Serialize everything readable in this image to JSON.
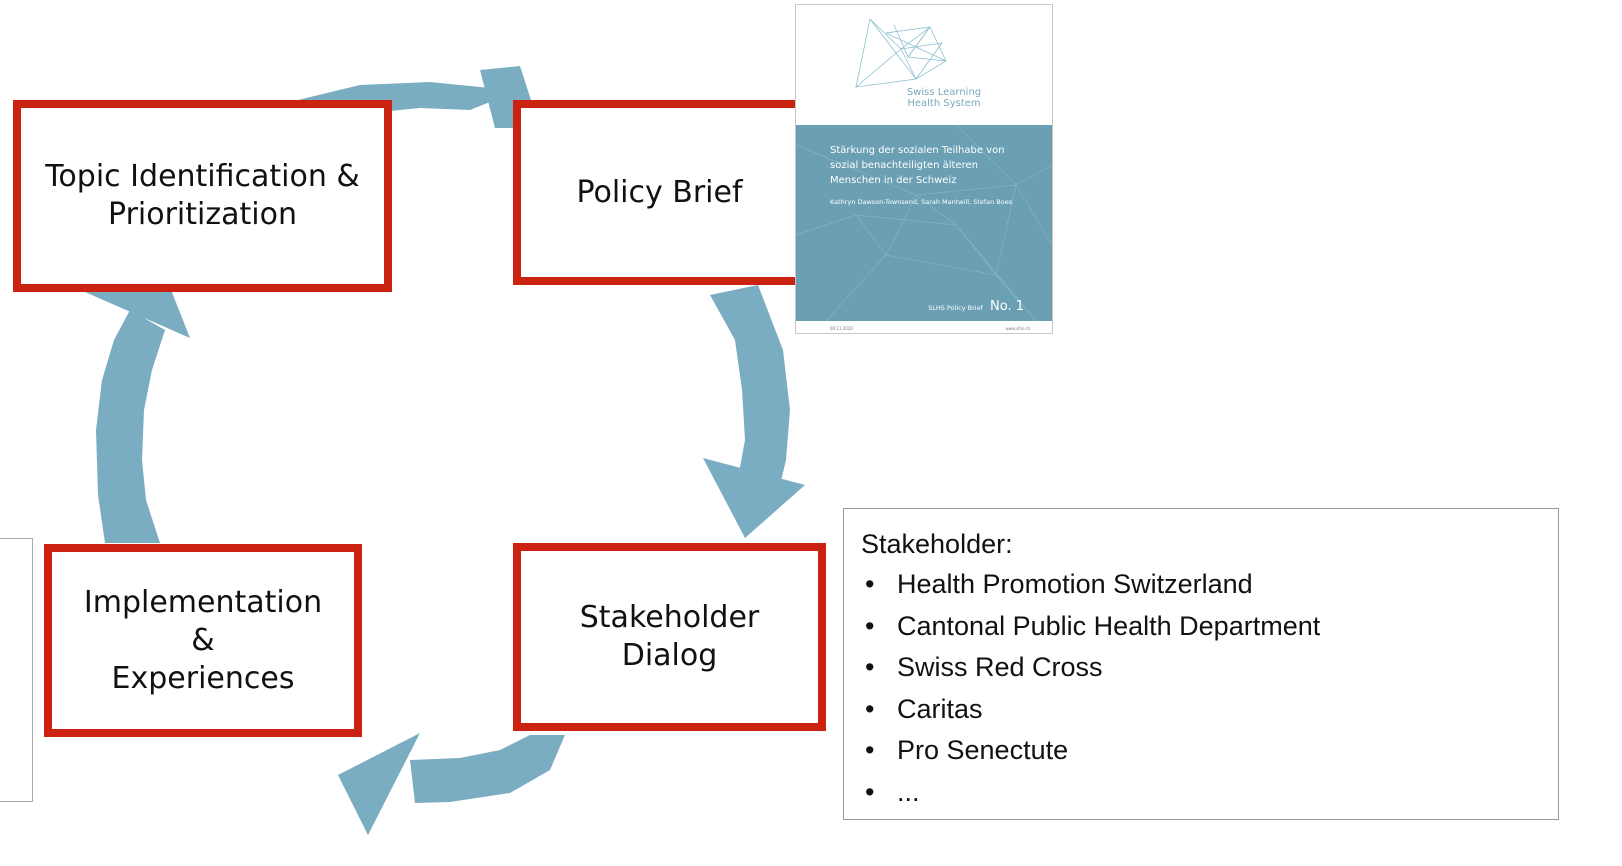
{
  "colors": {
    "arrow": "#7aadc2",
    "stage_border": "#cc2211",
    "brief_panel": "#6a9fb4"
  },
  "cycle": {
    "stages": [
      {
        "label": "Topic Identification &\nPrioritization"
      },
      {
        "label": "Policy Brief"
      },
      {
        "label": "Stakeholder\nDialog"
      },
      {
        "label": "Implementation\n&\nExperiences"
      }
    ]
  },
  "stakeholders": {
    "heading": "Stakeholder:",
    "bullet": "•",
    "items": [
      "Health Promotion Switzerland",
      "Cantonal Public Health Department",
      "Swiss Red Cross",
      "Caritas",
      "Pro Senectute",
      "..."
    ]
  },
  "policy_brief_cover": {
    "logo_line1": "Swiss Learning",
    "logo_line2": "Health System",
    "title": "Stärkung der sozialen Teilhabe von sozial benachteiligten älteren Menschen in der Schweiz",
    "authors": "Kathryn Dawson-Townsend, Sarah Mantwill, Stefan Boes",
    "series_label": "SLHS Policy Brief",
    "series_no": "No. 1",
    "footer_left": "00.11.2020",
    "footer_right": "www.slhs.ch"
  }
}
